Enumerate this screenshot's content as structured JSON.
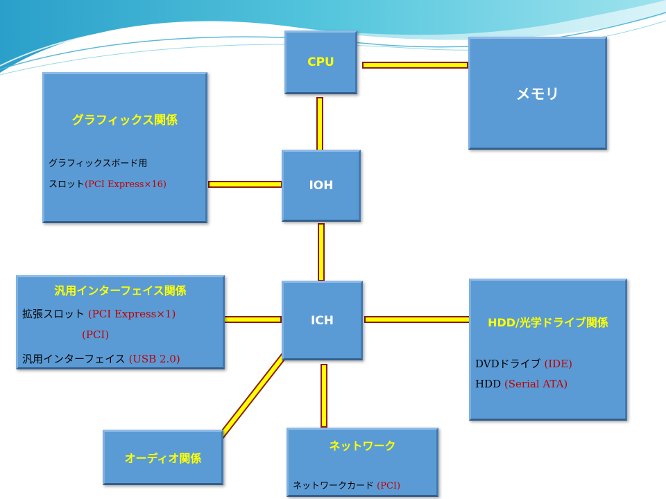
{
  "nodes": {
    "cpu": {
      "title": "CPU"
    },
    "memory": {
      "title": "メモリ"
    },
    "ioh": {
      "title": "IOH"
    },
    "ich": {
      "title": "ICH"
    },
    "graphics": {
      "title": "グラフィックス関係",
      "line1": "グラフィックスボード用",
      "line2_label": "スロット",
      "line2_value": "(PCI Express×16)"
    },
    "general_interface": {
      "title": "汎用インターフェイス関係",
      "line1_label": "拡張スロット",
      "line1_value": "(PCI Express×1)",
      "line2_value": "(PCI)",
      "line3_label": "汎用インターフェイス",
      "line3_value": "(USB 2.0)"
    },
    "storage": {
      "title": "HDD/光学ドライブ関係",
      "line1_label": "DVDドライブ",
      "line1_value": "(IDE)",
      "line2_label": "HDD",
      "line2_value": "(Serial ATA)"
    },
    "audio": {
      "title": "オーディオ関係"
    },
    "network": {
      "title": "ネットワーク",
      "line1_label": "ネットワークカード",
      "line1_value": "(PCI)"
    }
  },
  "colors": {
    "box_fill": "#5b9bd5",
    "title_accent": "#ffff00",
    "value_text": "#c00000",
    "connector_fill": "#ffff00",
    "connector_border": "#8b1a1a"
  }
}
